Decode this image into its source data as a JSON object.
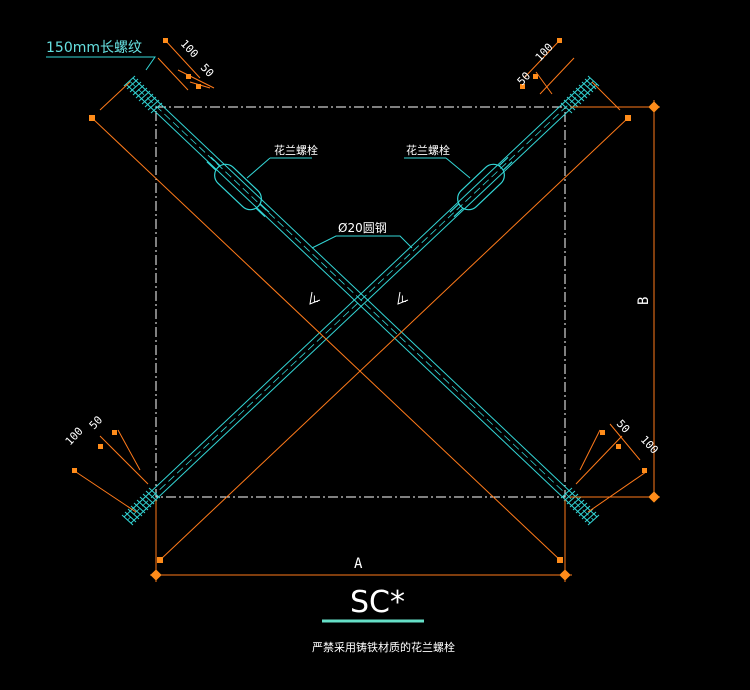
{
  "drawing": {
    "background": "#000000",
    "colors": {
      "rod": "#33d6d6",
      "dim": "#ff7a1a",
      "frame": "#ffffff",
      "text": "#ffffff",
      "tick": "#ff8c1a",
      "underline": "#66e0c8"
    },
    "labels": {
      "thread_note": "150mm长螺纹",
      "turnbuckle_left": "花兰螺栓",
      "turnbuckle_right": "花兰螺栓",
      "rod_note": "Ø20圆钢",
      "title": "SC*",
      "footnote": "严禁采用铸铁材质的花兰螺栓",
      "dim_a": "A",
      "dim_b": "B",
      "d100_tl": "100",
      "d50_tl": "50",
      "d100_tr": "100",
      "d50_tr": "50",
      "d100_bl": "100",
      "d50_bl": "50",
      "d100_br": "100",
      "d50_br": "50",
      "angle_l": "L",
      "angle_r": "L"
    }
  }
}
